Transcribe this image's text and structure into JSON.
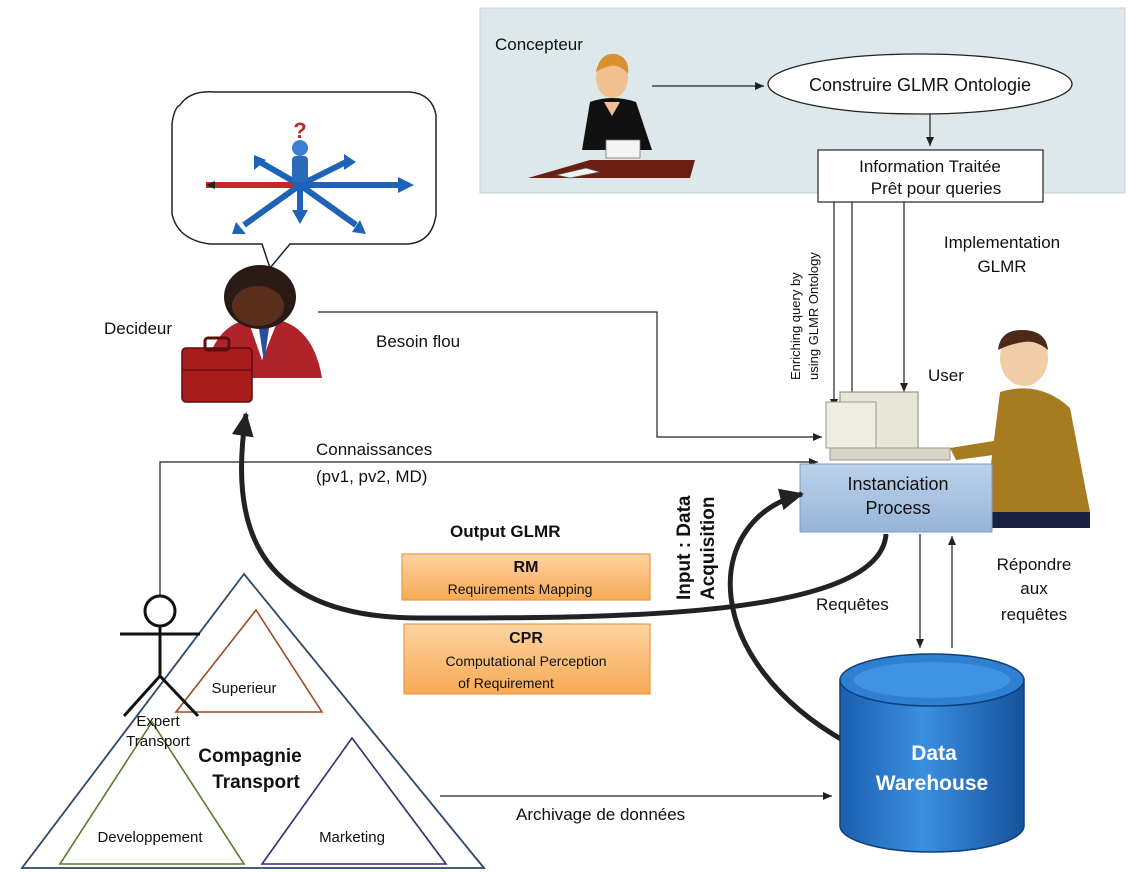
{
  "concepteur_panel": {
    "actor_label": "Concepteur",
    "build_step": "Construire GLMR Ontologie",
    "processed_info_line1": "Information Traitée",
    "processed_info_line2": "Prêt pour queries"
  },
  "enrich_label_line1": "Enriching query by",
  "enrich_label_line2": "using GLMR Ontology",
  "implementation_line1": "Implementation",
  "implementation_line2": "GLMR",
  "decideur_label": "Decideur",
  "besoin_flou": "Besoin flou",
  "user_label": "User",
  "connaissances_line1": "Connaissances",
  "connaissances_line2": "(pv1, pv2, MD)",
  "instanciation_line1": "Instanciation",
  "instanciation_line2": "Process",
  "input_line1": "Input : Data",
  "input_line2": "Acquisition",
  "output_title": "Output GLMR",
  "rm_box": {
    "title": "RM",
    "line1": "Requirements Mapping"
  },
  "cpr_box": {
    "title": "CPR",
    "line1": "Computational Perception",
    "line2": "of Requirement"
  },
  "requetes": "Requêtes",
  "repondre_line1": "Répondre",
  "repondre_line2": "aux",
  "repondre_line3": "requêtes",
  "expert_line1": "Expert",
  "expert_line2": "Transport",
  "company_line1": "Compagnie",
  "company_line2": "Transport",
  "superieur": "Superieur",
  "developpement": "Developpement",
  "marketing": "Marketing",
  "warehouse_line1": "Data",
  "warehouse_line2": "Warehouse",
  "archivage": "Archivage de données",
  "colors": {
    "panel_bg": "#dde8ea",
    "instanciation_bg": "#a9c3e0",
    "orange_box": "#fbc07a",
    "warehouse": "#1f6fc4",
    "superieur_stroke": "#a04a22",
    "developpement_stroke": "#5b7a2a",
    "marketing_stroke": "#3a2a72",
    "outer_triangle": "#2a4a66"
  }
}
